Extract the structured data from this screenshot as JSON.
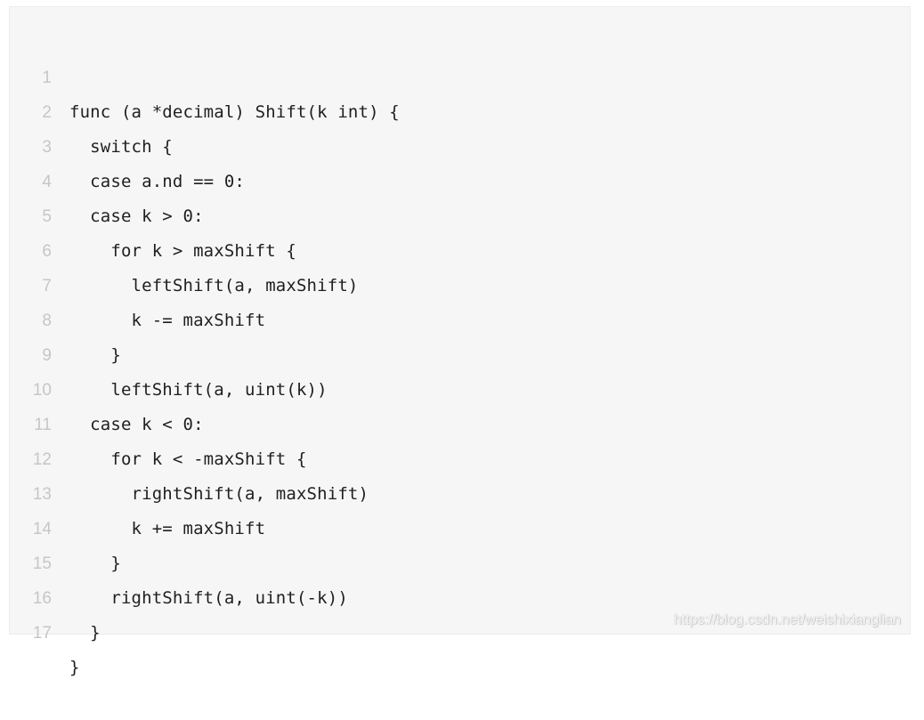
{
  "code_block": {
    "lines": [
      {
        "number": "1",
        "text": "func (a *decimal) Shift(k int) {"
      },
      {
        "number": "2",
        "text": "  switch {"
      },
      {
        "number": "3",
        "text": "  case a.nd == 0:"
      },
      {
        "number": "4",
        "text": "  case k > 0:"
      },
      {
        "number": "5",
        "text": "    for k > maxShift {"
      },
      {
        "number": "6",
        "text": "      leftShift(a, maxShift)"
      },
      {
        "number": "7",
        "text": "      k -= maxShift"
      },
      {
        "number": "8",
        "text": "    }"
      },
      {
        "number": "9",
        "text": "    leftShift(a, uint(k))"
      },
      {
        "number": "10",
        "text": "  case k < 0:"
      },
      {
        "number": "11",
        "text": "    for k < -maxShift {"
      },
      {
        "number": "12",
        "text": "      rightShift(a, maxShift)"
      },
      {
        "number": "13",
        "text": "      k += maxShift"
      },
      {
        "number": "14",
        "text": "    }"
      },
      {
        "number": "15",
        "text": "    rightShift(a, uint(-k))"
      },
      {
        "number": "16",
        "text": "  }"
      },
      {
        "number": "17",
        "text": "}"
      }
    ]
  },
  "watermark": {
    "text": "https://blog.csdn.net/weishixianglian"
  },
  "colors": {
    "background": "#f6f6f6",
    "code_text": "#1f1f1f",
    "line_number": "#c6c6c6"
  }
}
